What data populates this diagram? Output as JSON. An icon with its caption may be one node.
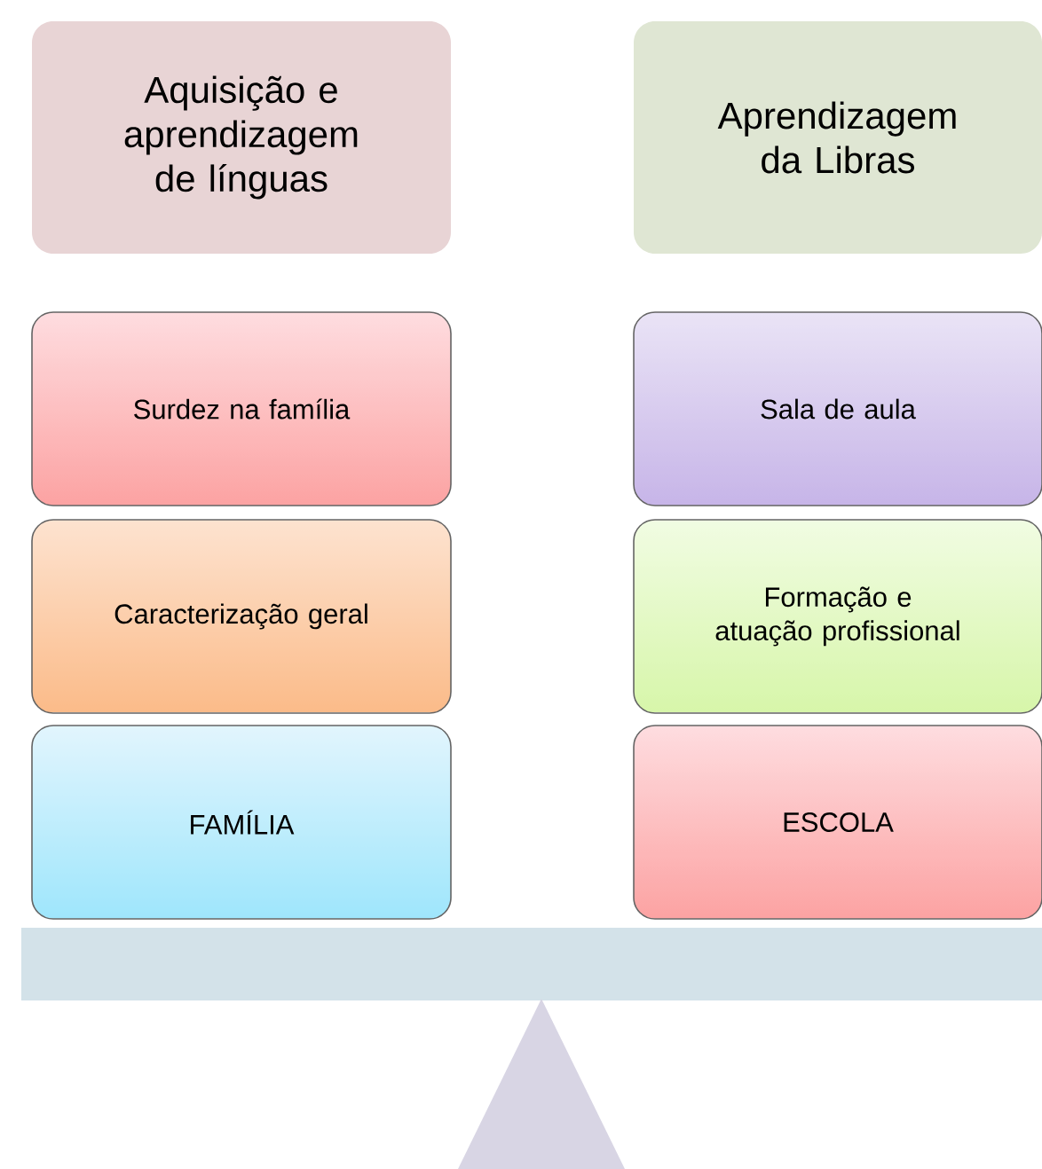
{
  "diagram": {
    "nodes": [
      {
        "text": [
          "Aquisição e aprendizagem de línguas"
        ]
      },
      {
        "text": [
          "Aprendizagem da Libras"
        ]
      },
      {
        "text": [
          "Surdez na família"
        ]
      },
      {
        "text": [
          "Caracterização geral"
        ]
      },
      {
        "text": [
          "FAMÍLIA"
        ]
      },
      {
        "text": [
          "Sala de aula"
        ]
      },
      {
        "text": [
          "Formação e atuação profissional"
        ]
      },
      {
        "text": [
          "ESCOLA"
        ]
      }
    ]
  }
}
